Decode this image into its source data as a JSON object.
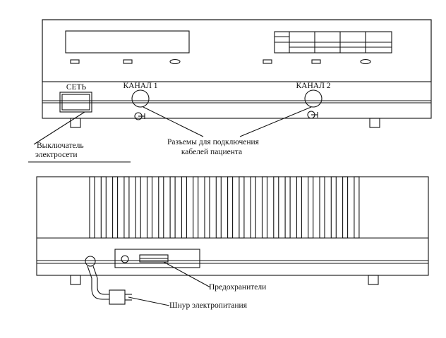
{
  "front_panel": {
    "power_label": "СЕТЬ",
    "channel1_label": "КАНАЛ 1",
    "channel2_label": "КАНАЛ 2",
    "callout_switch_line1": "Выключатель",
    "callout_switch_line2": "электросети",
    "callout_connectors_line1": "Разъемы для подключения",
    "callout_connectors_line2": "кабелей пациента"
  },
  "rear_panel": {
    "callout_fuses": "Предохранители",
    "callout_cord": "Шнур электропитания"
  },
  "colors": {
    "ink": "#111111",
    "background": "#ffffff"
  }
}
